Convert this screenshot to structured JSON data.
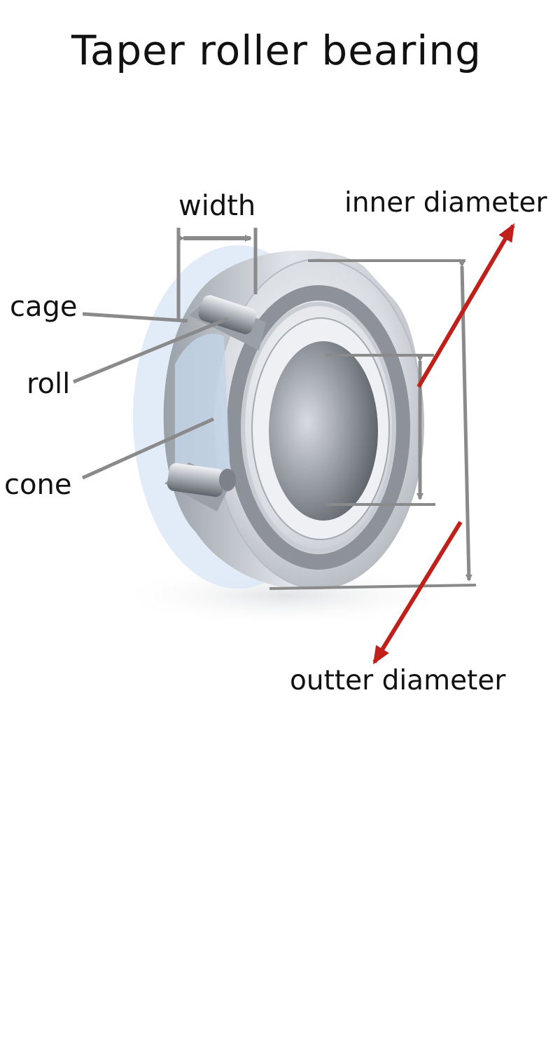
{
  "title": "Taper roller bearing",
  "labels": {
    "width": "width",
    "inner_diameter": "inner diameter",
    "outer_diameter": "outter diameter",
    "cage": "cage",
    "roll": "roll",
    "cone": "cone"
  },
  "colors": {
    "dimension_line": "#8a8a8a",
    "arrow_red": "#c0201a",
    "steel_light": "#e6e8ec",
    "steel_mid": "#b9bdc4",
    "steel_dark": "#6f747c",
    "glass_blue": "#d7e6f5"
  }
}
